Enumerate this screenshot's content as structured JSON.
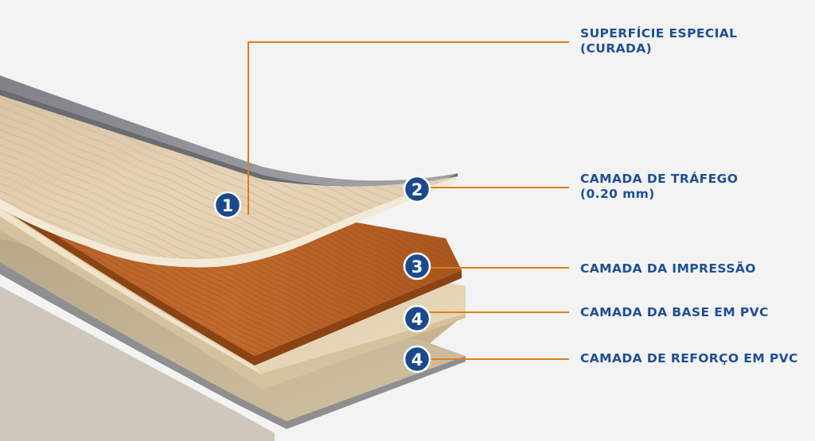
{
  "layers": [
    {
      "number": "1",
      "label_lines": [
        "SUPERFÍCIE ESPECIAL",
        "(CURADA)"
      ]
    },
    {
      "number": "2",
      "label_lines": [
        "CAMADA DE TRÁFEGO",
        "(0.20 mm)"
      ]
    },
    {
      "number": "3",
      "label_lines": [
        "CAMADA DA IMPRESSÃO"
      ]
    },
    {
      "number": "4",
      "label_lines": [
        "CAMADA DA BASE EM PVC"
      ]
    },
    {
      "number": "4",
      "label_lines": [
        "CAMADA DE REFORÇO EM PVC"
      ]
    }
  ],
  "colors": {
    "label_text": "#1e4f93",
    "badge_fill": "#1a4a8c",
    "badge_border": "#ffffff",
    "leader_line": "#e07e1b",
    "background": "#f3f3f3"
  }
}
